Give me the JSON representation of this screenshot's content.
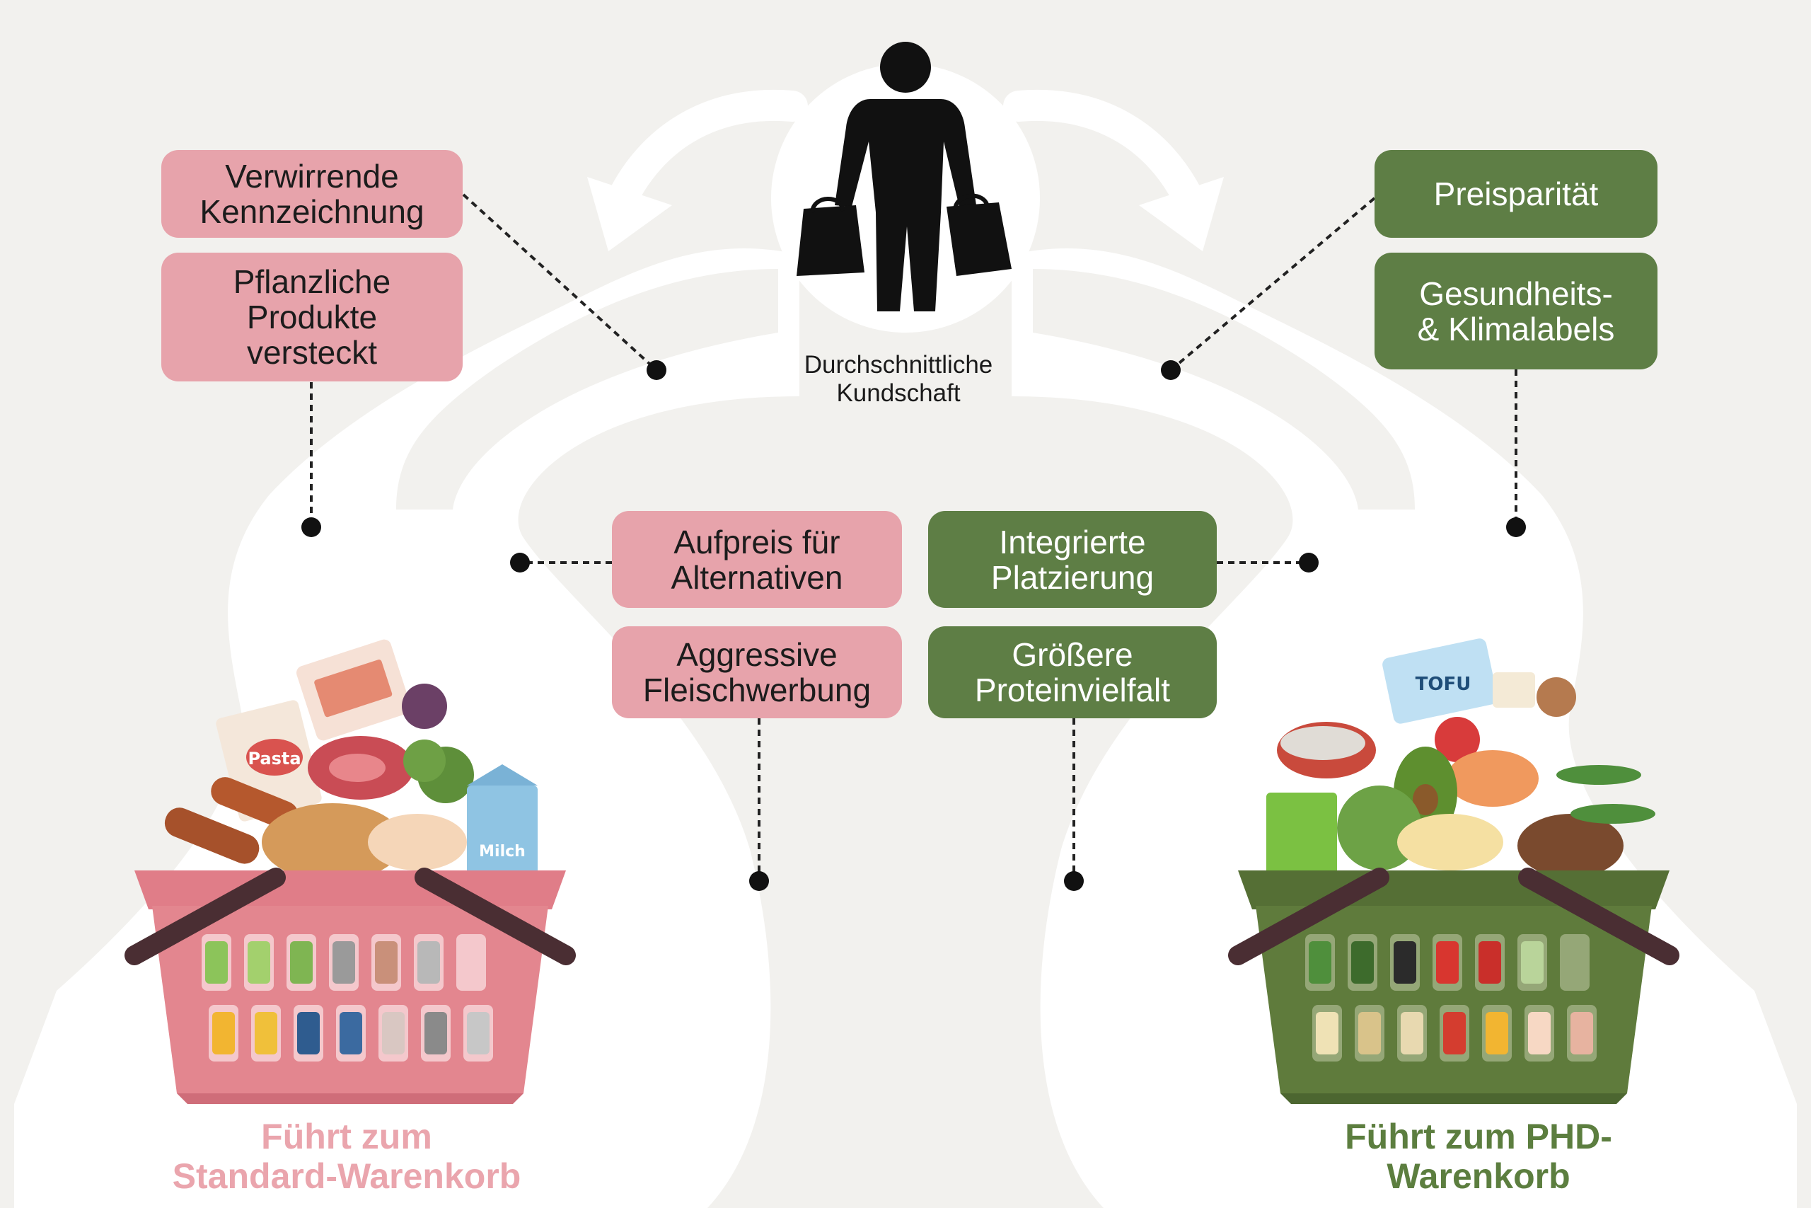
{
  "shopper": {
    "caption": "Durchschnittliche\nKundschaft",
    "icon": "shopper-with-bags-icon"
  },
  "left_factors": [
    {
      "label": "Verwirrende\nKennzeichnung"
    },
    {
      "label": "Pflanzliche\nProdukte\nversteckt"
    },
    {
      "label": "Aufpreis für\nAlternativen"
    },
    {
      "label": "Aggressive\nFleischwerbung"
    }
  ],
  "right_factors": [
    {
      "label": "Preisparität"
    },
    {
      "label": "Gesundheits-\n& Klimalabels"
    },
    {
      "label": "Integrierte\nPlatzierung"
    },
    {
      "label": "Größere\nProteinvielfalt"
    }
  ],
  "results": {
    "left": "Führt zum\nStandard-Warenkorb",
    "right": "Führt zum PHD-\nWarenkorb"
  },
  "basket_labels": {
    "pasta": "Pasta",
    "milk": "Milch",
    "tofu": "TOFU"
  },
  "colors": {
    "background": "#f2f1ee",
    "path": "#ffffff",
    "pink_box": "#e7a3ab",
    "green_box": "#5e7e45",
    "pink_basket": "#e3868f",
    "green_basket": "#5f7b3c",
    "handle": "#4a2e33"
  }
}
